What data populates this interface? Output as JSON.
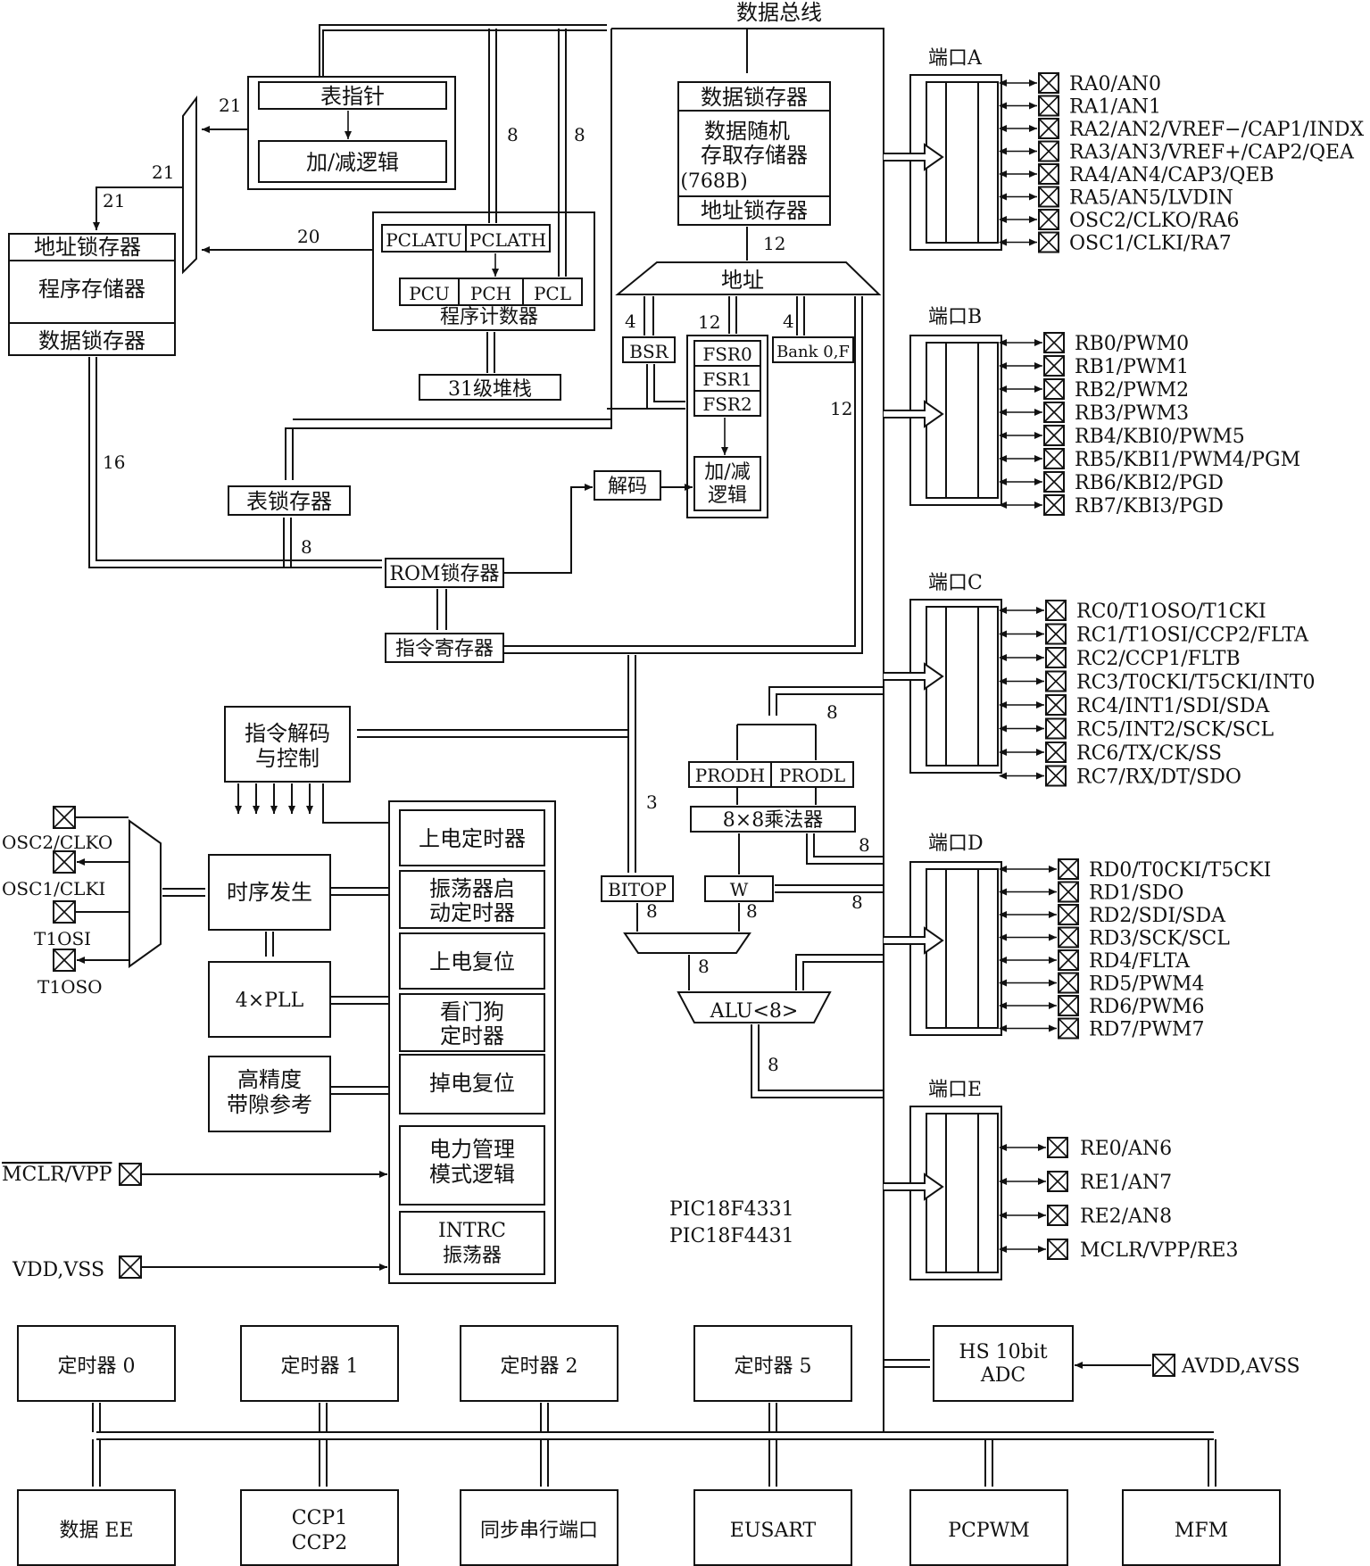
{
  "data_bus": "数据总线",
  "table_pointer": "表指针",
  "add_sub_logic": "加/减逻辑",
  "program_memory": {
    "addr_latch": "地址锁存器",
    "memory": "程序存储器",
    "data_latch": "数据锁存器"
  },
  "pc": {
    "pclatu": "PCLATU",
    "pclath": "PCLATH",
    "pcu": "PCU",
    "pch": "PCH",
    "pcl": "PCL",
    "label": "程序计数器"
  },
  "stack": "31级堆栈",
  "table_latch": "表锁存器",
  "rom_latch": "ROM锁存器",
  "instruction_register": "指令寄存器",
  "decode": "解码",
  "data_ram": {
    "data_latch": "数据锁存器",
    "line1": "数据随机",
    "line2": "存取存储器",
    "line3": "(768B)",
    "addr_latch": "地址锁存器"
  },
  "address_mux": "地址",
  "bsr": "BSR",
  "fsr": [
    "FSR0",
    "FSR1",
    "FSR2"
  ],
  "fsr_logic": {
    "line1": "加/减",
    "line2": "逻辑"
  },
  "bank": "Bank 0,F",
  "prodh": "PRODH",
  "prodl": "PRODL",
  "multiplier": "8×8乘法器",
  "bitop": "BITOP",
  "w_reg": "W",
  "alu": "ALU<8>",
  "instr_decode": {
    "line1": "指令解码",
    "line2": "与控制"
  },
  "timing_gen": "时序发生",
  "pll": "4×PLL",
  "bandgap": {
    "line1": "高精度",
    "line2": "带隙参考"
  },
  "power_blocks": [
    {
      "line1": "上电定时器",
      "line2": ""
    },
    {
      "line1": "振荡器启",
      "line2": "动定时器"
    },
    {
      "line1": "上电复位",
      "line2": ""
    },
    {
      "line1": "看门狗",
      "line2": "定时器"
    },
    {
      "line1": "掉电复位",
      "line2": ""
    }
  ],
  "power_mgmt": {
    "line1": "电力管理",
    "line2": "模式逻辑"
  },
  "intrc": {
    "line1": "INTRC",
    "line2": "振荡器"
  },
  "osc_pins": [
    "OSC2/CLKO",
    "OSC1/CLKI",
    "T1OSI",
    "T1OSO"
  ],
  "mclr_pin": "MCLR/VPP",
  "vdd_pin": "VDD,VSS",
  "chip_names": [
    "PIC18F4331",
    "PIC18F4431"
  ],
  "ports": [
    {
      "name": "端口A",
      "pins": [
        "RA0/AN0",
        "RA1/AN1",
        "RA2/AN2/VREF−/CAP1/INDX",
        "RA3/AN3/VREF+/CAP2/QEA",
        "RA4/AN4/CAP3/QEB",
        "RA5/AN5/LVDIN",
        "OSC2/CLKO/RA6",
        "OSC1/CLKI/RA7"
      ]
    },
    {
      "name": "端口B",
      "pins": [
        "RB0/PWM0",
        "RB1/PWM1",
        "RB2/PWM2",
        "RB3/PWM3",
        "RB4/KBI0/PWM5",
        "RB5/KBI1/PWM4/PGM",
        "RB6/KBI2/PGD",
        "RB7/KBI3/PGD"
      ]
    },
    {
      "name": "端口C",
      "pins": [
        "RC0/T1OSO/T1CKI",
        "RC1/T1OSI/CCP2/FLTA",
        "RC2/CCP1/FLTB",
        "RC3/T0CKI/T5CKI/INT0",
        "RC4/INT1/SDI/SDA",
        "RC5/INT2/SCK/SCL",
        "RC6/TX/CK/SS",
        "RC7/RX/DT/SDO"
      ]
    },
    {
      "name": "端口D",
      "pins": [
        "RD0/T0CKI/T5CKI",
        "RD1/SDO",
        "RD2/SDI/SDA",
        "RD3/SCK/SCL",
        "RD4/FLTA",
        "RD5/PWM4",
        "RD6/PWM6",
        "RD7/PWM7"
      ]
    },
    {
      "name": "端口E",
      "pins": [
        "RE0/AN6",
        "RE1/AN7",
        "RE2/AN8",
        "MCLR/VPP/RE3"
      ]
    }
  ],
  "adc": {
    "line1": "HS 10bit",
    "line2": "ADC"
  },
  "avdd_pin": "AVDD,AVSS",
  "peripherals_top": [
    "定时器 0",
    "定时器 1",
    "定时器 2",
    "定时器 5"
  ],
  "peripherals_bottom": [
    {
      "line1": "数据 EE",
      "line2": ""
    },
    {
      "line1": "CCP1",
      "line2": "CCP2"
    },
    {
      "line1": "同步串行端口",
      "line2": ""
    },
    {
      "line1": "EUSART",
      "line2": ""
    },
    {
      "line1": "PCPWM",
      "line2": ""
    },
    {
      "line1": "MFM",
      "line2": ""
    }
  ],
  "bus_widths": {
    "w21a": "21",
    "w21b": "21",
    "w21c": "21",
    "w20": "20",
    "w8a": "8",
    "w8b": "8",
    "w12a": "12",
    "w4a": "4",
    "w12b": "12",
    "w4b": "4",
    "w12c": "12",
    "w16": "16",
    "w8c": "8",
    "w3": "3",
    "w8d": "8",
    "w8e": "8",
    "w8f": "8",
    "w8g": "8",
    "w8h": "8",
    "w8i": "8",
    "w8j": "8"
  }
}
